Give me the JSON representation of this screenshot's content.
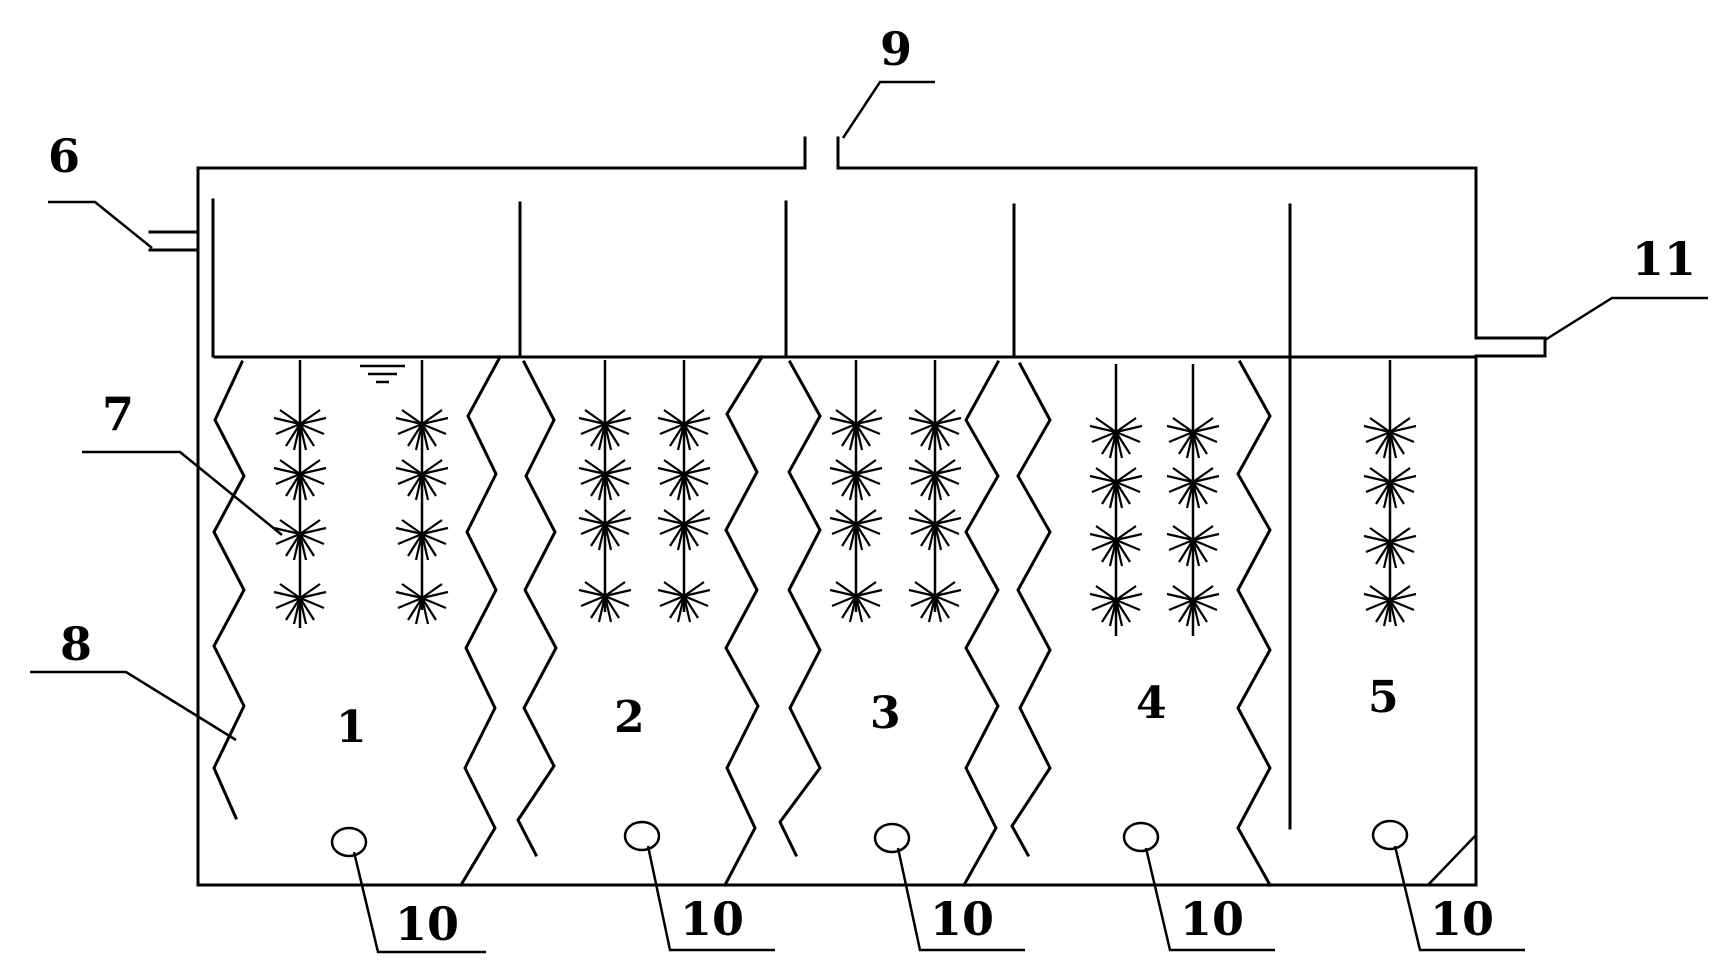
{
  "labels": {
    "l6": "6",
    "l7": "7",
    "l8": "8",
    "l9": "9",
    "l11": "11",
    "l10": "10"
  },
  "chambers": [
    "1",
    "2",
    "3",
    "4",
    "5"
  ],
  "colors": {
    "line": "#000000",
    "background": "#ffffff"
  }
}
